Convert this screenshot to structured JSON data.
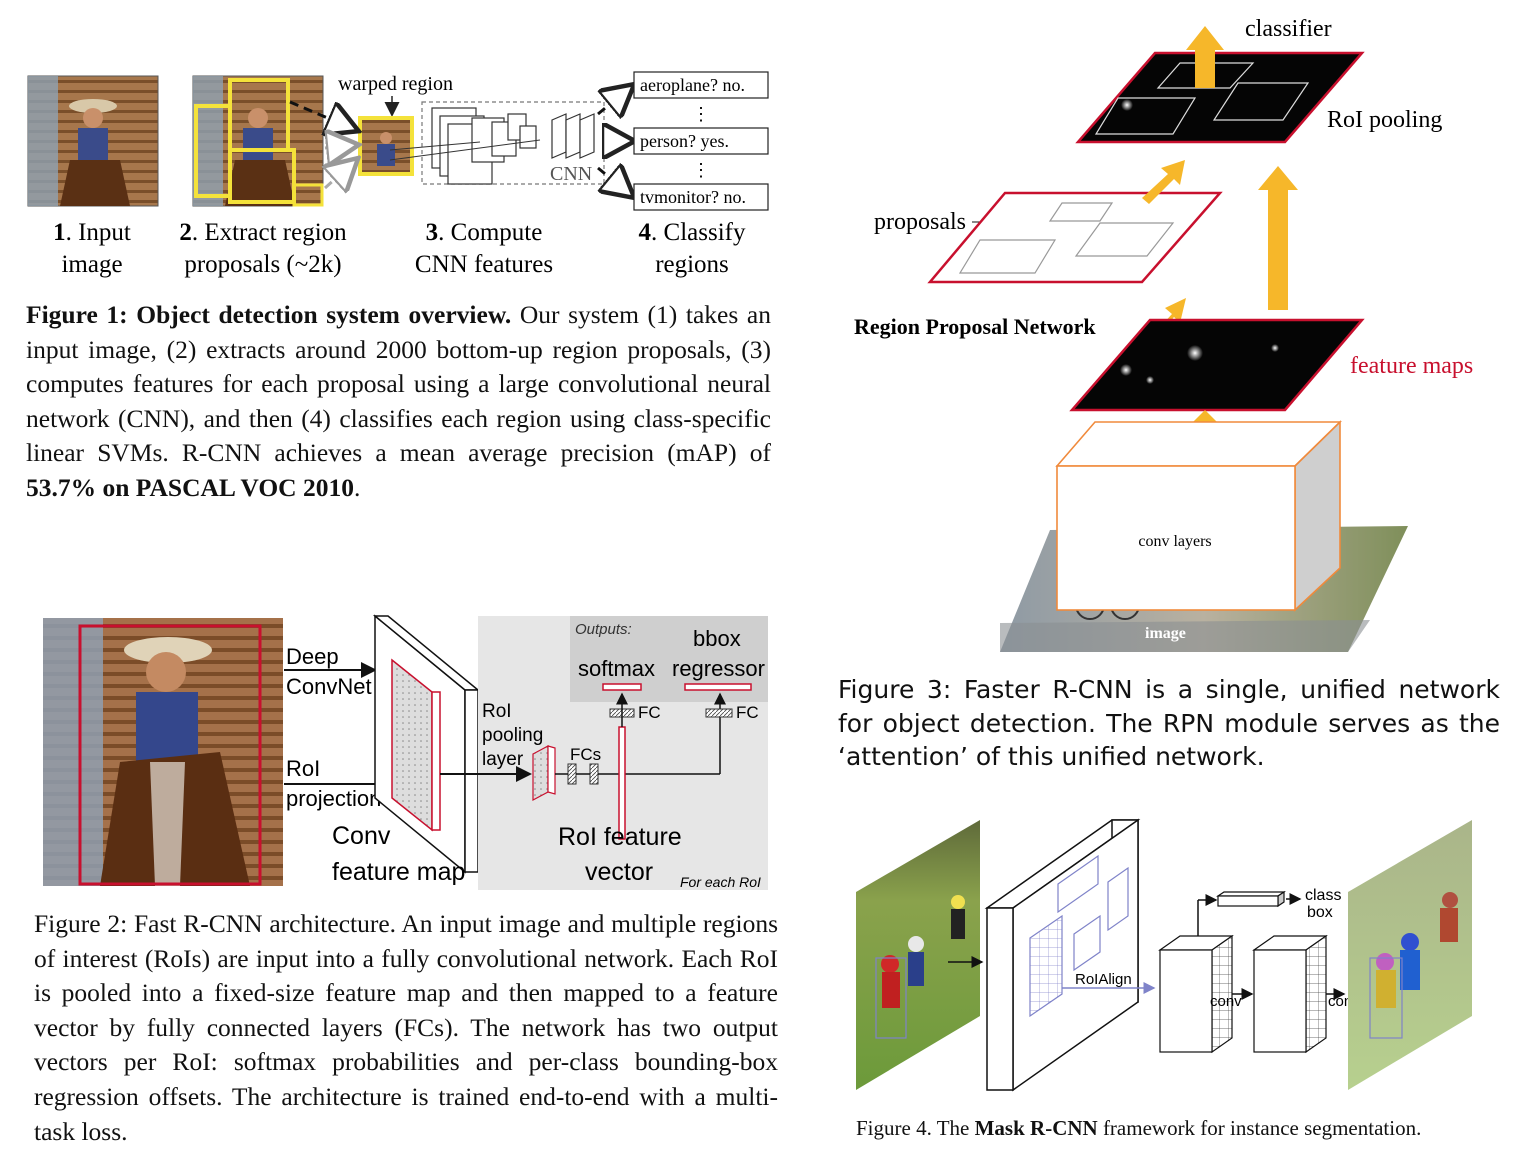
{
  "fig1": {
    "labels": {
      "warped_region": "warped region",
      "cnn": "CNN",
      "out1": "aeroplane? no.",
      "dots": "⋮",
      "out2": "person? yes.",
      "out3": "tvmonitor? no."
    },
    "steps": [
      {
        "num": "1",
        "line1": ". Input",
        "line2": "image"
      },
      {
        "num": "2",
        "line1": ". Extract region",
        "line2": "proposals (~2k)"
      },
      {
        "num": "3",
        "line1": ". Compute",
        "line2": "CNN features"
      },
      {
        "num": "4",
        "line1": ". Classify",
        "line2": "regions"
      }
    ],
    "caption": {
      "bold_lead": "Figure 1:  Object detection system overview.",
      "text1": "  Our system (1) takes an input image, (2) extracts around 2000 bottom-up region proposals, (3) computes features for each proposal using a large convolutional neural network (CNN), and then (4) classifies each region using class-specific linear SVMs. R-CNN achieves a mean average precision (mAP) of ",
      "bold_tail": "53.7% on PASCAL VOC 2010",
      "text2": "."
    }
  },
  "fig2": {
    "labels": {
      "deep": "Deep",
      "convnet": "ConvNet",
      "roi": "RoI",
      "projection": "projection",
      "conv": "Conv",
      "feature_map": "feature map",
      "roi_pool1": "RoI",
      "roi_pool2": "pooling",
      "roi_pool3": "layer",
      "fcs": "FCs",
      "outputs": "Outputs:",
      "softmax": "softmax",
      "bbox": "bbox",
      "regressor": "regressor",
      "fc1": "FC",
      "fc2": "FC",
      "roi_feature": "RoI feature",
      "vector": "vector",
      "for_each": "For each RoI"
    },
    "caption": "Figure 2: Fast R-CNN architecture.  An input image and multiple regions of interest (RoIs) are input into a fully convolutional network.  Each RoI is pooled into a fixed-size feature map and then mapped to a feature vector by fully connected layers (FCs). The network has two output vectors per RoI: softmax probabilities and per-class bounding-box regression offsets. The architecture is trained end-to-end with a multi-task loss."
  },
  "fig3": {
    "labels": {
      "classifier": "classifier",
      "roi_pooling": "RoI pooling",
      "proposals": "proposals",
      "rpn": "Region Proposal Network",
      "feature_maps": "feature maps",
      "conv_layers": "conv layers",
      "image": "image"
    },
    "caption": "Figure 3: Faster R-CNN is a single, unified network for object detection. The RPN module serves as the ‘attention’ of this unified network.",
    "colors": {
      "arrow": "#f6b72a",
      "red": "#c8102e",
      "orange": "#f08a3c"
    }
  },
  "fig4": {
    "labels": {
      "roialign": "RoIAlign",
      "class": "class",
      "box": "box",
      "conv1": "conv",
      "conv2": "conv"
    },
    "caption": {
      "pre": "Figure 4. The ",
      "bold": "Mask R-CNN",
      "post": " framework for instance segmentation."
    }
  }
}
